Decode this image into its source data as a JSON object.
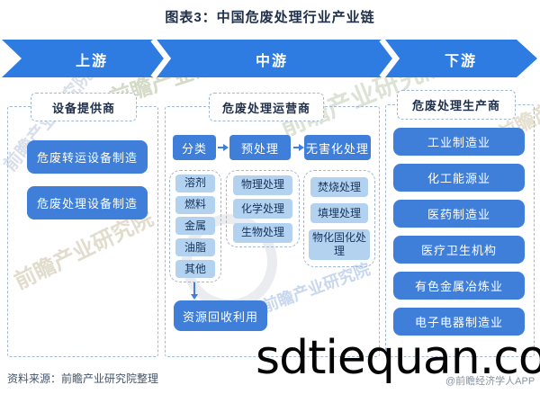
{
  "title": "图表3：中国危废处理行业产业链",
  "banner": {
    "segments": [
      {
        "label": "上游"
      },
      {
        "label": "中游"
      },
      {
        "label": "下游"
      }
    ]
  },
  "columns": [
    {
      "header": "设备提供商",
      "items": [
        "危废转运设备制造",
        "危废处理设备制造"
      ]
    },
    {
      "header": "危废处理运营商",
      "process": [
        {
          "label": "分类",
          "subitems": [
            "溶剂",
            "燃料",
            "金属",
            "油脂",
            "其他"
          ]
        },
        {
          "label": "预处理",
          "subitems": [
            "物理处理",
            "化学处理",
            "生物处理"
          ]
        },
        {
          "label": "无害化处理",
          "subitems": [
            "焚烧处理",
            "填埋处理",
            "物化固化处理"
          ]
        }
      ],
      "recycle_label": "资源回收利用"
    },
    {
      "header": "危废处理生产商",
      "items": [
        "工业制造业",
        "化工能源业",
        "医药制造业",
        "医疗卫生机构",
        "有色金属冶炼业",
        "电子电器制造业"
      ]
    }
  ],
  "footer": {
    "source": "资料来源：前瞻产业研究院整理",
    "credit": "@前瞻经济学人APP"
  },
  "watermarks": {
    "big": "sdtiequan.co",
    "brand": "前瞻产业研究院"
  },
  "colors": {
    "banner_blue": "#2e7ce2",
    "button_blue": "#3f7fd9",
    "pill_bg": "#b3d2ef",
    "pill_text": "#17335c",
    "dash_border": "#a3b8d3"
  }
}
